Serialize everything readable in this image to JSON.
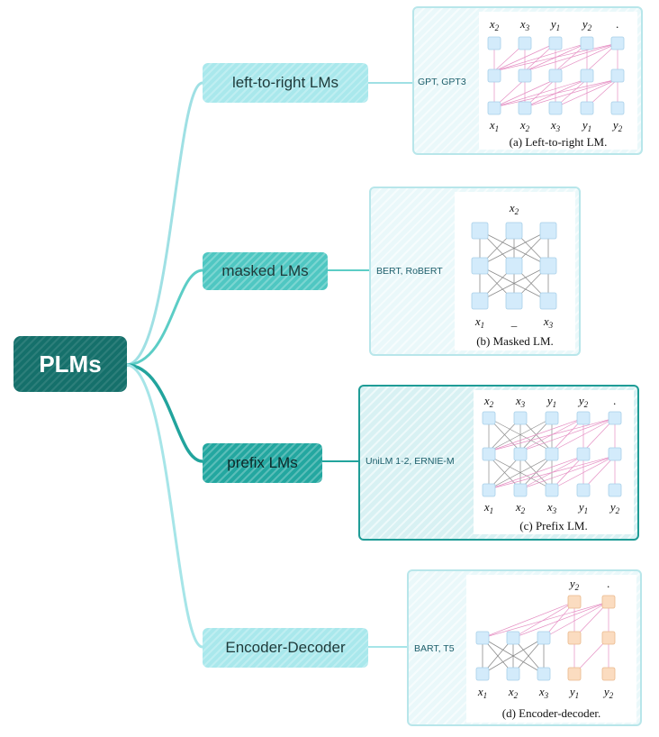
{
  "root": {
    "label": "PLMs"
  },
  "categories": [
    {
      "label": "left-to-right LMs",
      "models": "GPT, GPT3",
      "caption": "(a) Left-to-right LM."
    },
    {
      "label": "masked LMs",
      "models": "BERT, RoBERT",
      "caption": "(b) Masked LM."
    },
    {
      "label": "prefix LMs",
      "models": "UniLM 1-2, ERNIE-M",
      "caption": "(c) Prefix LM."
    },
    {
      "label": "Encoder-Decoder",
      "models": "BART, T5",
      "caption": "(d) Encoder-decoder."
    }
  ],
  "colors": {
    "root": "#15706b",
    "edge": "#8fdde2",
    "node_blue": "#d3ebfb",
    "node_orange": "#fbdcc0",
    "line_pink": "#e58fc3",
    "line_gray": "#8c8c8c"
  }
}
